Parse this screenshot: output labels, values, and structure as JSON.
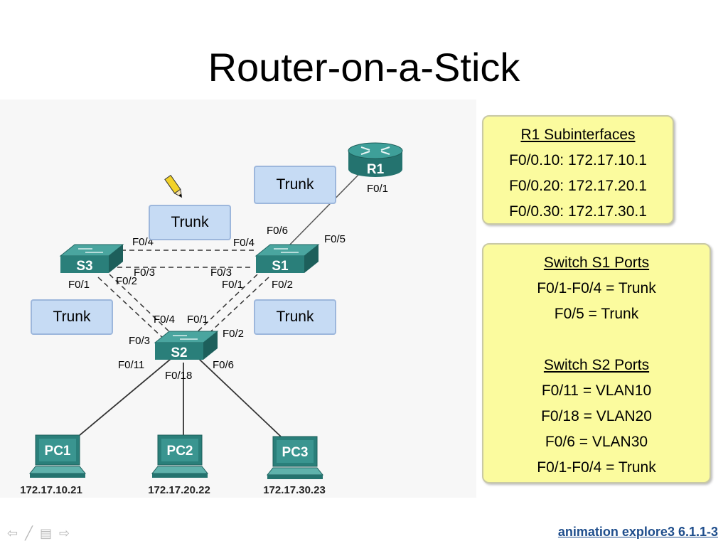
{
  "title": "Router-on-a-Stick",
  "trunk_label": "Trunk",
  "devices": {
    "r1": "R1",
    "s1": "S1",
    "s2": "S2",
    "s3": "S3",
    "pc1": "PC1",
    "pc2": "PC2",
    "pc3": "PC3"
  },
  "ports": {
    "r1_f01": "F0/1",
    "s1_f06": "F0/6",
    "s1_f05": "F0/5",
    "s1_f04": "F0/4",
    "s1_f03": "F0/3",
    "s1_f01": "F0/1",
    "s1_f02": "F0/2",
    "s3_f04": "F0/4",
    "s3_f03": "F0/3",
    "s3_f01": "F0/1",
    "s3_f02": "F0/2",
    "s2_f04": "F0/4",
    "s2_f01": "F0/1",
    "s2_f03": "F0/3",
    "s2_f02": "F0/2",
    "s2_f011": "F0/11",
    "s2_f018": "F0/18",
    "s2_f06": "F0/6"
  },
  "pc_ips": {
    "pc1": "172.17.10.21",
    "pc2": "172.17.20.22",
    "pc3": "172.17.30.23"
  },
  "r1_box": {
    "heading": "R1 Subinterfaces",
    "lines": [
      "F0/0.10: 172.17.10.1",
      "F0/0.20: 172.17.20.1",
      "F0/0.30: 172.17.30.1"
    ]
  },
  "switch_box": {
    "s1_heading": "Switch S1 Ports",
    "s1_lines": [
      "F0/1-F0/4 = Trunk",
      "F0/5 = Trunk"
    ],
    "s2_heading": "Switch S2 Ports",
    "s2_lines": [
      "F0/11 = VLAN10",
      "F0/18 = VLAN20",
      "F0/6 = VLAN30",
      "F0/1-F0/4 = Trunk"
    ]
  },
  "footer_link": "animation explore3 6.1.1-3",
  "colors": {
    "device_teal": "#2f8f8a",
    "trunk_fill": "#c6dbf4",
    "info_fill": "#fbfb9e",
    "link_blue": "#1f4e8c"
  }
}
